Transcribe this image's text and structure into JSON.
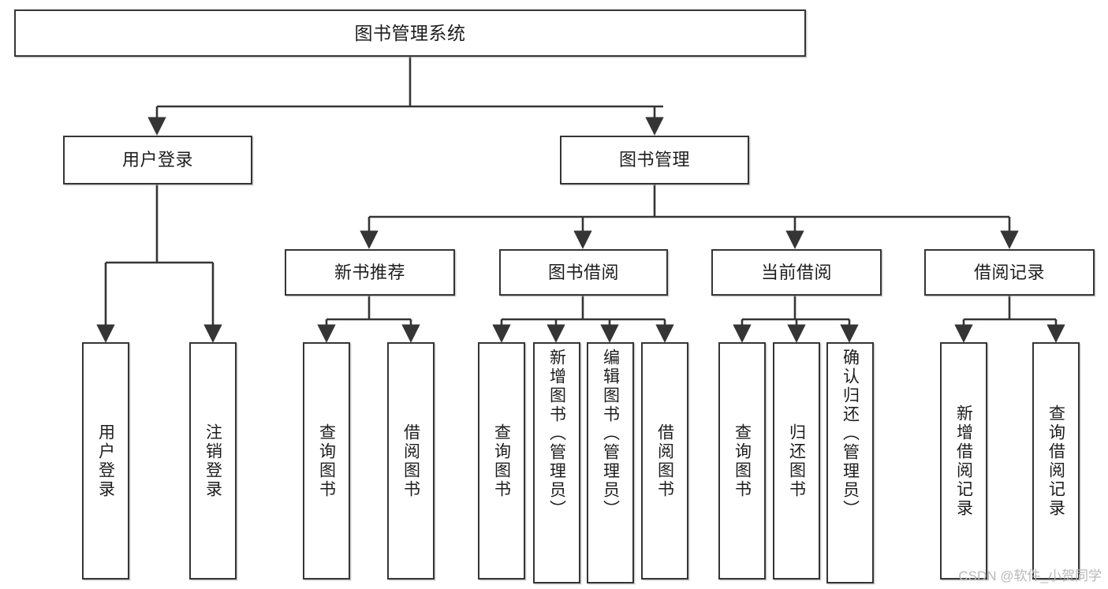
{
  "diagram": {
    "title": "图书管理系统",
    "type": "hierarchy-tree",
    "watermark": "CSDN @软件_小贺同学",
    "colors": {
      "stroke": "#353535",
      "background": "#ffffff",
      "text": "#1d1d1d",
      "watermark": "#b9b9b9"
    },
    "levels": {
      "root": [
        "图书管理系统"
      ],
      "level2": [
        "用户登录",
        "图书管理"
      ],
      "level3": [
        "新书推荐",
        "图书借阅",
        "当前借阅",
        "借阅记录"
      ],
      "leaves": [
        "用户登录",
        "注销登录",
        "查询图书",
        "借阅图书",
        "查询图书",
        "新增图书（管理员）",
        "编辑图书（管理员）",
        "借阅图书",
        "查询图书",
        "归还图书",
        "确认归还（管理员）",
        "新增借阅记录",
        "查询借阅记录"
      ]
    }
  },
  "nodes": {
    "root": {
      "label": "图书管理系统"
    },
    "user_login": {
      "label": "用户登录"
    },
    "book_manage": {
      "label": "图书管理"
    },
    "new_book_rec": {
      "label": "新书推荐"
    },
    "book_borrow": {
      "label": "图书借阅"
    },
    "current_borrow": {
      "label": "当前借阅"
    },
    "borrow_record": {
      "label": "借阅记录"
    },
    "leaf_user_login": {
      "label": "用户登录"
    },
    "leaf_logout": {
      "label": "注销登录"
    },
    "leaf_query_book_rec": {
      "label": "查询图书"
    },
    "leaf_borrow_book_rec": {
      "label": "借阅图书"
    },
    "leaf_query_book_borrow": {
      "label": "查询图书"
    },
    "leaf_add_book_admin": {
      "label": "新增图书（管理员）"
    },
    "leaf_edit_book_admin": {
      "label": "编辑图书（管理员）"
    },
    "leaf_borrow_book": {
      "label": "借阅图书"
    },
    "leaf_query_book_current": {
      "label": "查询图书"
    },
    "leaf_return_book": {
      "label": "归还图书"
    },
    "leaf_confirm_return_admin": {
      "label": "确认归还（管理员）"
    },
    "leaf_add_record": {
      "label": "新增借阅记录"
    },
    "leaf_query_record": {
      "label": "查询借阅记录"
    }
  },
  "watermark": {
    "text": "CSDN @软件_小贺同学"
  }
}
